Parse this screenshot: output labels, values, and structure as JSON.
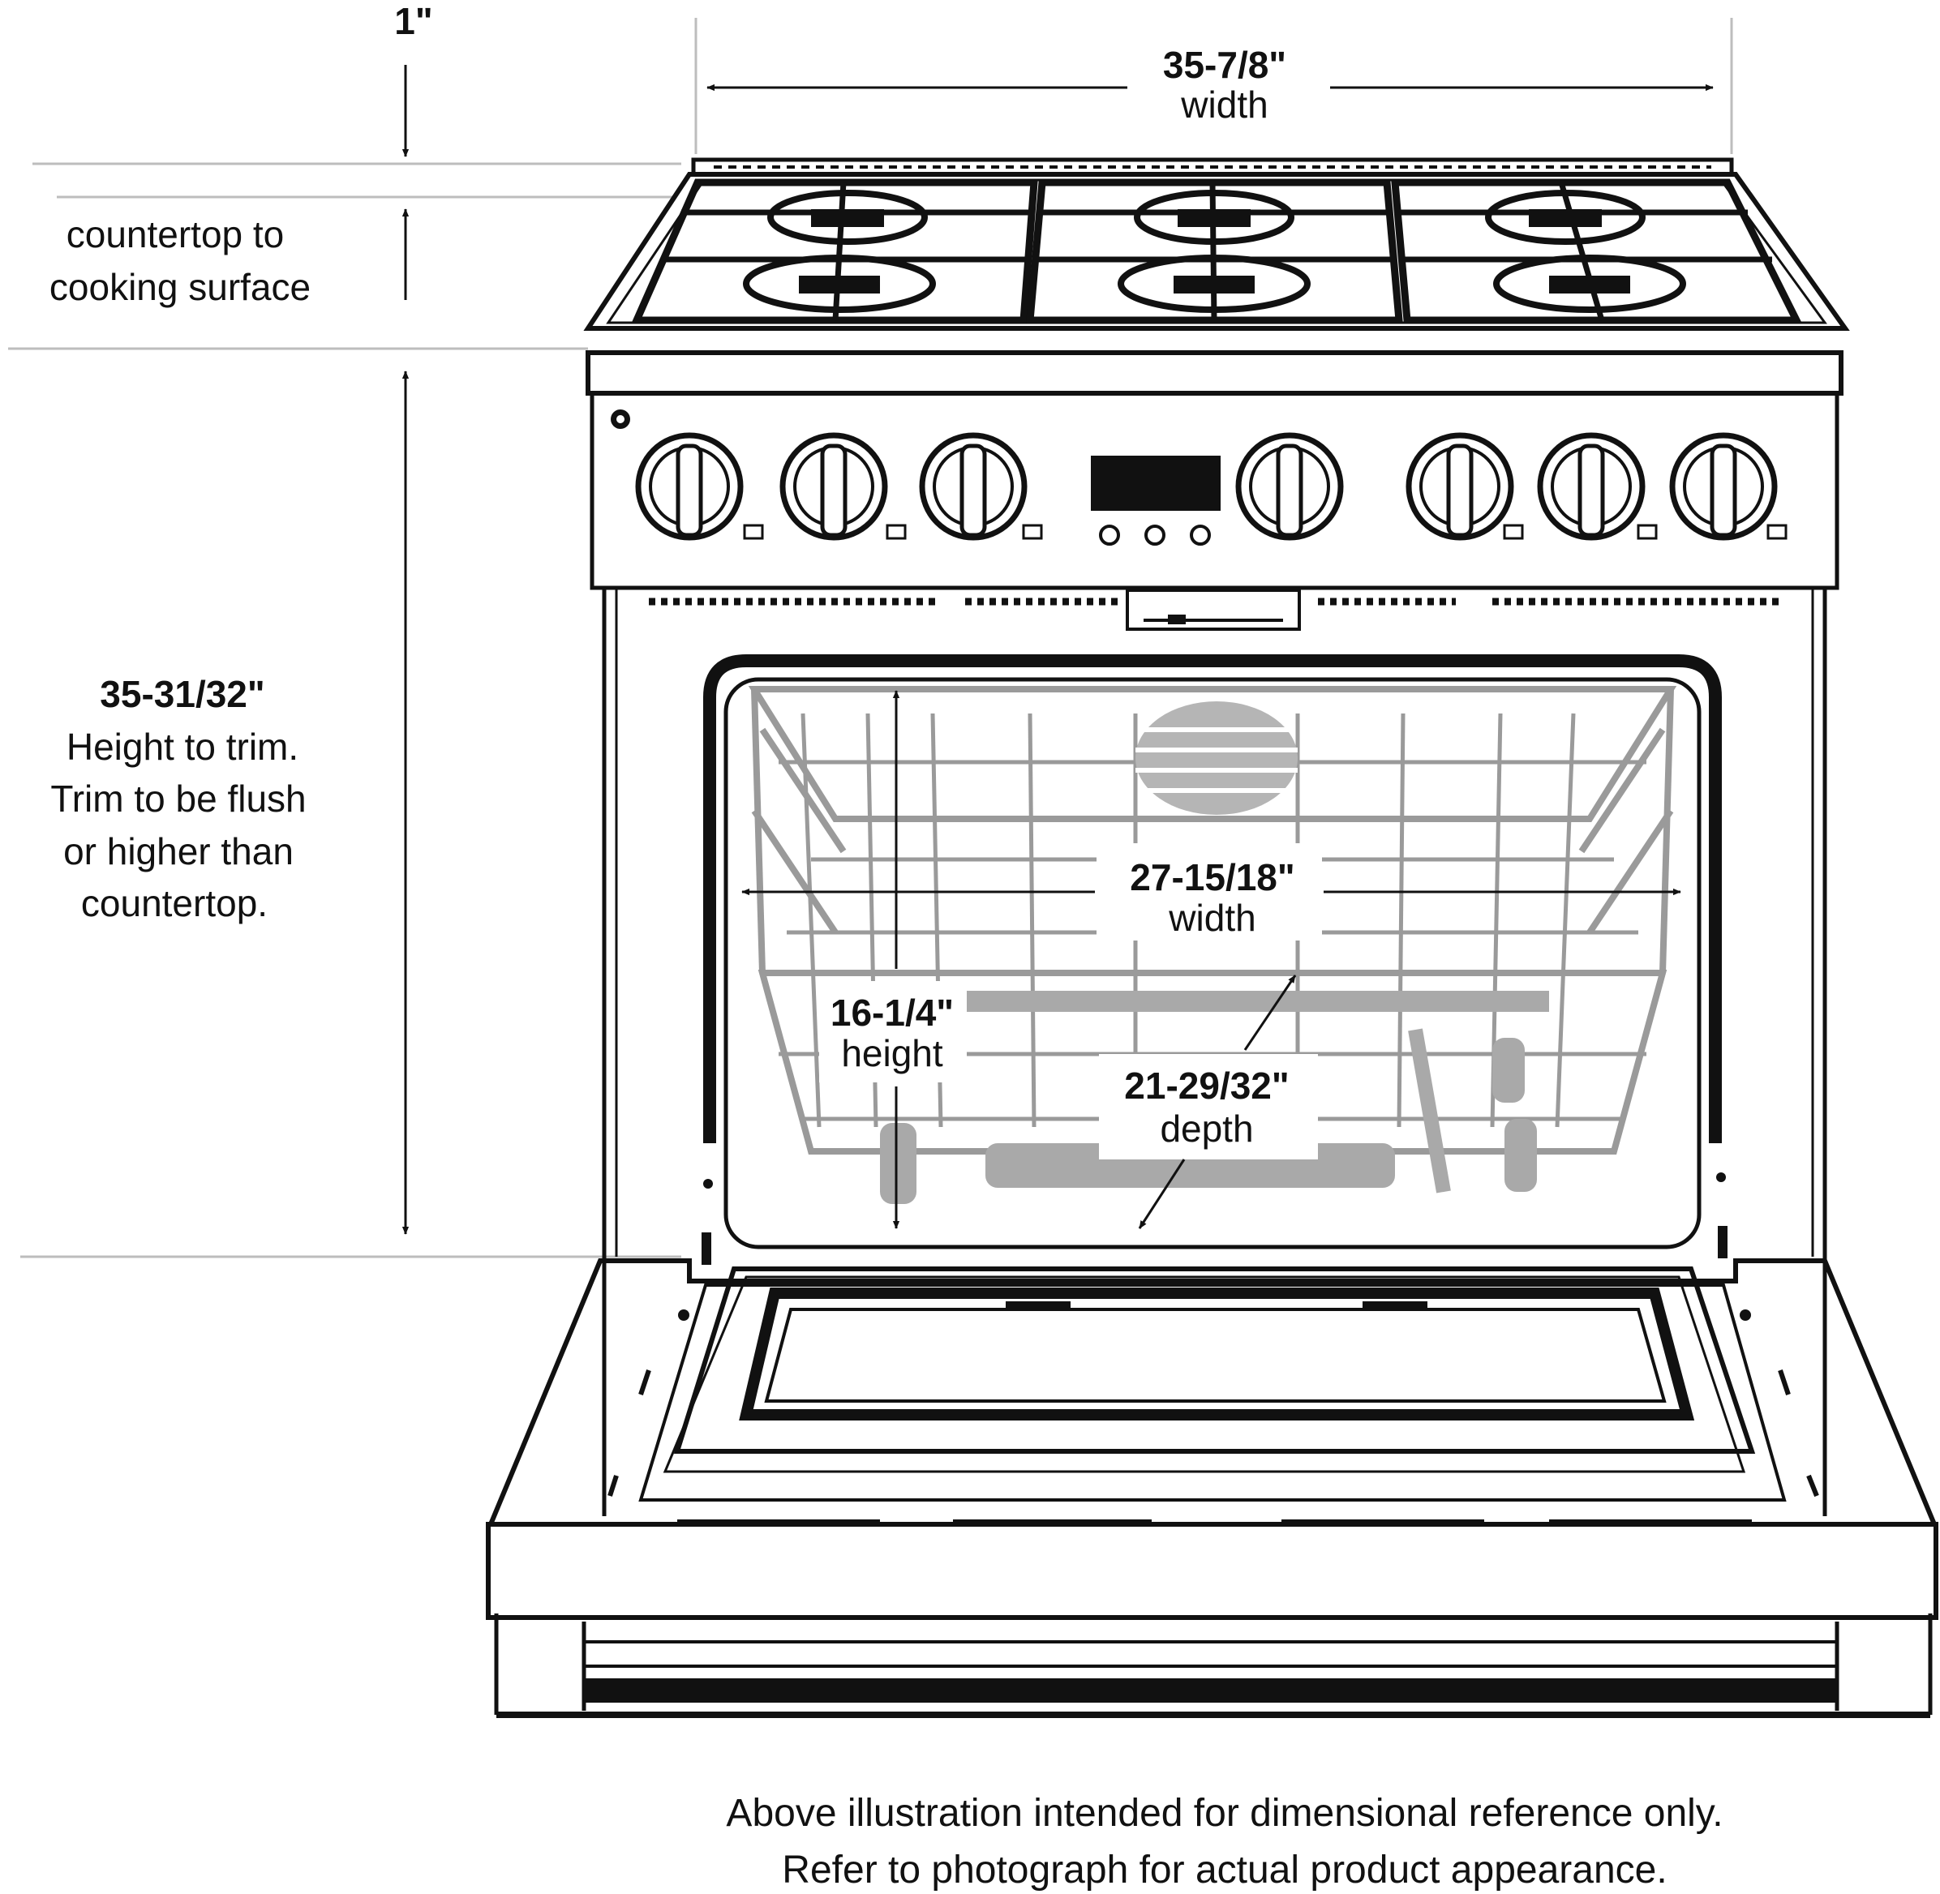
{
  "dimensions": {
    "top_gap": {
      "value": "1\""
    },
    "overall_width": {
      "value": "35-7/8\"",
      "label": "width"
    },
    "counter_to_surface": {
      "line1": "countertop to",
      "line2": "cooking surface"
    },
    "height_to_trim": {
      "value": "35-31/32\"",
      "line1": "Height to trim.",
      "line2": "Trim to be flush",
      "line3": "or higher than",
      "line4": "countertop."
    },
    "oven_width": {
      "value": "27-15/18\"",
      "label": "width"
    },
    "oven_height": {
      "value": "16-1/4\"",
      "label": "height"
    },
    "oven_depth": {
      "value": "21-29/32\"",
      "label": "depth"
    }
  },
  "disclaimer": {
    "line1": "Above illustration intended for dimensional reference only.",
    "line2": "Refer to photograph for actual product appearance."
  }
}
